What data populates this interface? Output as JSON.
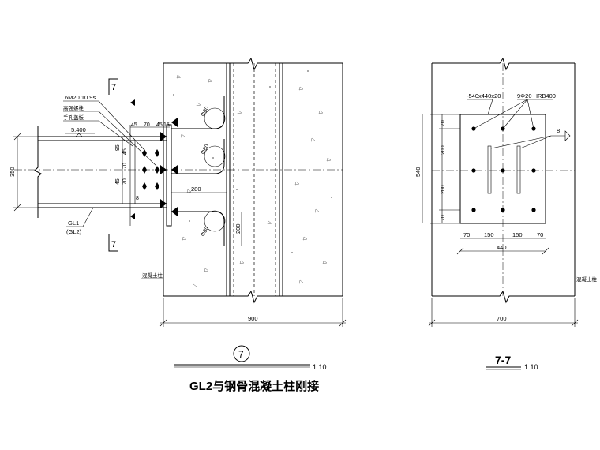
{
  "detail": {
    "callout_number": "7",
    "scale": "1:10",
    "title": "GL2与钢骨混凝土柱刚接",
    "section_mark": "7",
    "bolts": "6M20 10.9s",
    "bolt_type": "高强螺栓",
    "hole_type": "手孔盖板",
    "elevation": "5.400",
    "beam_name": "GL1",
    "beam_alt": "(GL2)",
    "beam_depth": "350",
    "dim_45a": "45",
    "dim_70a": "70",
    "dim_45b": "45",
    "dim_15": "15",
    "dim_95": "95",
    "dim_45c": "45",
    "dim_70b": "70",
    "dim_45d": "45",
    "dim_70c": "70",
    "dim_8": "8",
    "dim_280": "280",
    "dim_200": "200",
    "bar_label_1": "Φ80",
    "bar_label_2": "Φ80",
    "bar_label_3": "Φ80",
    "concrete_note": "混凝土柱",
    "column_width": "900"
  },
  "section": {
    "title": "7-7",
    "scale": "1:10",
    "plate": "-540x440x20",
    "studs": "9Φ20 HRB400",
    "weld": "8",
    "dim_70a": "70",
    "dim_200a": "200",
    "dim_200b": "200",
    "dim_70b": "70",
    "total_height": "540",
    "dim_70c": "70",
    "dim_150a": "150",
    "dim_150b": "150",
    "dim_70d": "70",
    "total_width": "440",
    "column_width": "700",
    "concrete_note": "混凝土柱"
  }
}
